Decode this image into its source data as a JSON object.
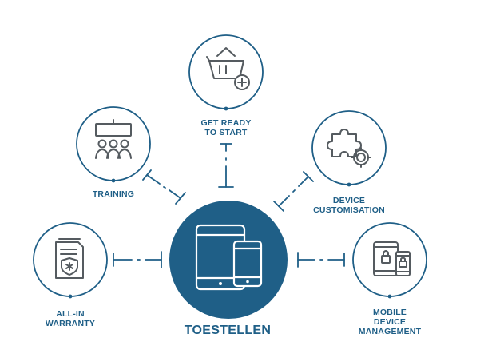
{
  "center": {
    "label": "TOESTELLEN",
    "icon": "tablet-phone-icon"
  },
  "services": {
    "get_ready": {
      "lines": [
        "GET READY",
        "TO START"
      ],
      "icon": "basket-plus-icon"
    },
    "training": {
      "lines": [
        "TRAINING"
      ],
      "icon": "presentation-group-icon"
    },
    "customisation": {
      "lines": [
        "DEVICE",
        "CUSTOMISATION"
      ],
      "icon": "puzzle-gear-icon"
    },
    "warranty": {
      "lines": [
        "ALL-IN",
        "WARRANTY"
      ],
      "icon": "certificate-shield-icon"
    },
    "mdm": {
      "lines": [
        "MOBILE",
        "DEVICE",
        "MANAGEMENT"
      ],
      "icon": "devices-lock-icon"
    }
  },
  "colors": {
    "primary": "#1f5f87",
    "stroke": "#1f5f87",
    "background": "#ffffff"
  }
}
